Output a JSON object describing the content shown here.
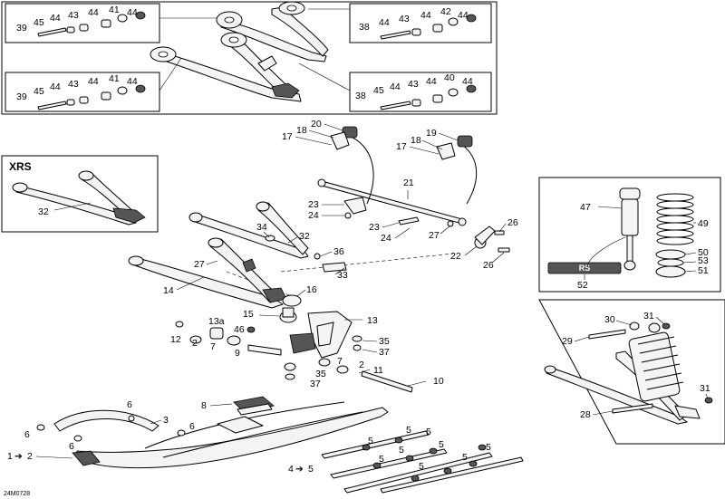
{
  "drawing_code": "24M0728",
  "callouts": {
    "c1": "1",
    "c2": "2",
    "c3": "3",
    "c4": "4",
    "c5": "5",
    "c6": "6",
    "c7": "7",
    "c8": "8",
    "c9": "9",
    "c10": "10",
    "c11": "11",
    "c12": "12",
    "c13": "13",
    "c13a": "13a",
    "c14": "14",
    "c15": "15",
    "c16": "16",
    "c17": "17",
    "c18": "18",
    "c19": "19",
    "c20": "20",
    "c21": "21",
    "c22": "22",
    "c23": "23",
    "c24": "24",
    "c26": "26",
    "c27": "27",
    "c28": "28",
    "c29": "29",
    "c30": "30",
    "c31": "31",
    "c32": "32",
    "c33": "33",
    "c34": "34",
    "c35": "35",
    "c36": "36",
    "c37": "37",
    "c38": "38",
    "c39": "39",
    "c40": "40",
    "c41": "41",
    "c42": "42",
    "c43": "43",
    "c44": "44",
    "c45": "45",
    "c46": "46",
    "c47": "47",
    "c49": "49",
    "c50": "50",
    "c51": "51",
    "c52": "52",
    "c53": "53"
  },
  "labels": {
    "xrs": "XRS",
    "arrow": "➔"
  },
  "shock_logo": "RS"
}
